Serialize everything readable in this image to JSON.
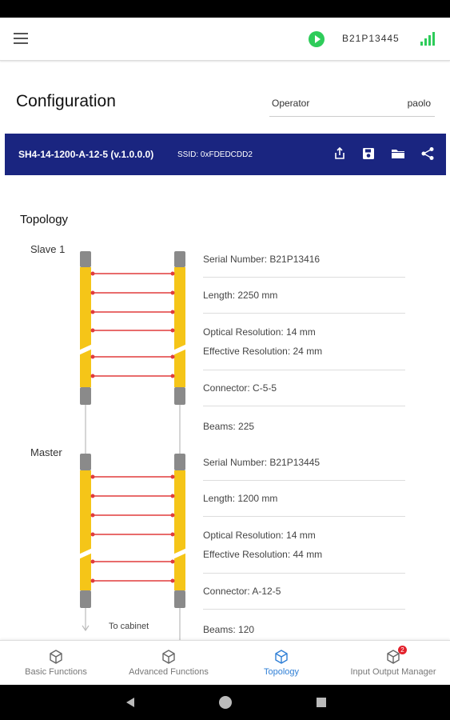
{
  "topbar": {
    "device_id": "B21P13445",
    "colors": {
      "play": "#2ecc5a",
      "signal": "#2ecc5a"
    }
  },
  "page": {
    "title": "Configuration",
    "operator_label": "Operator",
    "operator_value": "paolo"
  },
  "device_bar": {
    "model": "SH4-14-1200-A-12-5 (v.1.0.0.0)",
    "ssid": "SSID: 0xFDEDCDD2",
    "background": "#1a2580",
    "icons": [
      "share-upload-icon",
      "save-icon",
      "folder-icon",
      "share-icon"
    ]
  },
  "topology": {
    "title": "Topology",
    "units": [
      {
        "label": "Slave 1",
        "serial": "Serial Number: B21P13416",
        "length": "Length: 2250 mm",
        "optical": "Optical Resolution: 14 mm",
        "effective": "Effective Resolution: 24 mm",
        "connector": "Connector: C-5-5",
        "beams": "Beams: 225"
      },
      {
        "label": "Master",
        "serial": "Serial Number: B21P13445",
        "length": "Length: 1200 mm",
        "optical": "Optical Resolution: 14 mm",
        "effective": "Effective Resolution: 44 mm",
        "connector": "Connector: A-12-5",
        "beams": "Beams: 120"
      }
    ],
    "to_cabinet": "To cabinet",
    "colors": {
      "bar": "#f5c518",
      "cap": "#8a8a8a",
      "beam": "#e03c3c"
    }
  },
  "bottom_nav": {
    "items": [
      {
        "label": "Basic Functions",
        "icon": "cube-icon",
        "active": false
      },
      {
        "label": "Advanced Functions",
        "icon": "cube-icon",
        "active": false
      },
      {
        "label": "Topology",
        "icon": "cube-icon",
        "active": true
      },
      {
        "label": "Input Output Manager",
        "icon": "cube-icon",
        "active": false,
        "badge": "2"
      }
    ],
    "active_color": "#2f7fd6"
  }
}
